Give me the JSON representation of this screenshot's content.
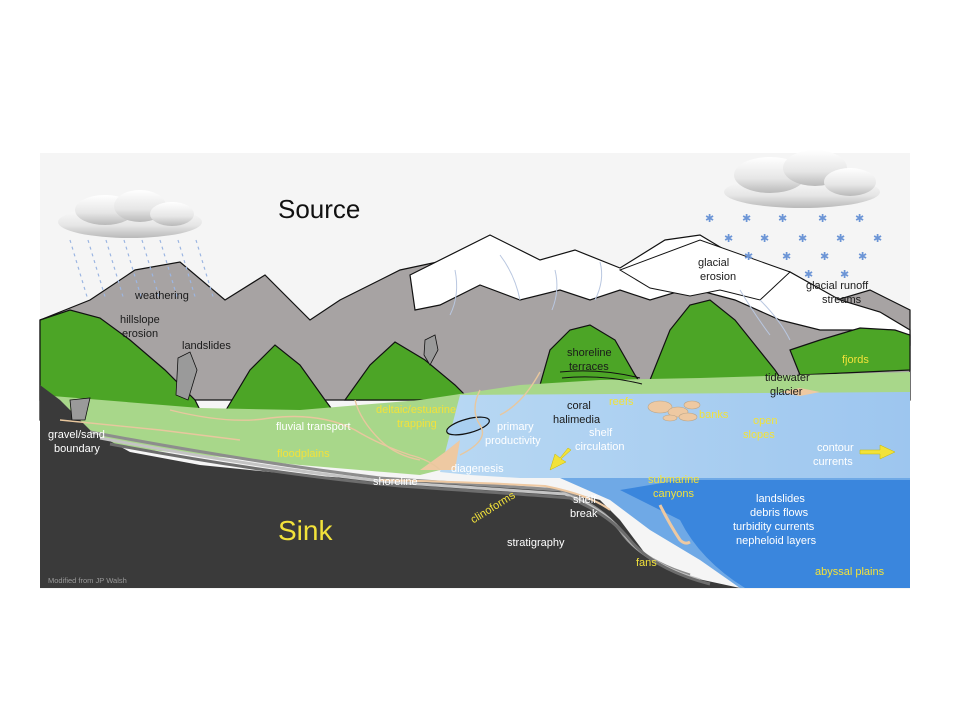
{
  "title_source": "Source",
  "title_sink": "Sink",
  "credit": "Modified from JP Walsh",
  "labels": {
    "weathering": "weathering",
    "hillslope_1": "hillslope",
    "hillslope_2": "erosion",
    "landslides_land": "landslides",
    "glacial_erosion_1": "glacial",
    "glacial_erosion_2": "erosion",
    "glacial_runoff_1": "glacial runoff",
    "glacial_runoff_2": "streams",
    "shoreline_terraces_1": "shoreline",
    "shoreline_terraces_2": "terraces",
    "fjords": "fjords",
    "tidewater_1": "tidewater",
    "tidewater_2": "glacier",
    "gravel_sand_1": "gravel/sand",
    "gravel_sand_2": "boundary",
    "fluvial_transport": "fluvial transport",
    "deltaic_1": "deltaic/estuarine",
    "deltaic_2": "trapping",
    "floodplains": "floodplains",
    "primary_1": "primary",
    "primary_2": "productivity",
    "coral_1": "coral",
    "coral_2": "halimedia",
    "reefs": "reefs",
    "banks": "banks",
    "shelf_circ_1": "shelf",
    "shelf_circ_2": "circulation",
    "open_slopes_1": "open",
    "open_slopes_2": "slopes",
    "contour_1": "contour",
    "contour_2": "currents",
    "diagenesis": "diagenesis",
    "shoreline": "shoreline",
    "clinoforms": "clinoforms",
    "shelf_break_1": "shelf",
    "shelf_break_2": "break",
    "submarine_1": "submarine",
    "submarine_2": "canyons",
    "deep_1": "landslides",
    "deep_2": "debris flows",
    "deep_3": "turbidity currents",
    "deep_4": "nepheloid layers",
    "stratigraphy": "stratigraphy",
    "fans": "fans",
    "abyssal_plains": "abyssal plains"
  },
  "colors": {
    "sky": "#f5f5f5",
    "mountain_grey": "#a7a3a3",
    "snow": "#ffffff",
    "green_hill": "#4ca526",
    "green_lowland": "#a8d78a",
    "shallow_water": "#a9cff0",
    "mid_water": "#6fa9e6",
    "deep_water": "#3a86dd",
    "bedrock": "#3a3a3a",
    "sediment": "#eec9a2",
    "label_yellow": "#f2e23a"
  },
  "icons": [
    "rain-cloud-icon",
    "snow-cloud-icon",
    "current-arrow-icon"
  ]
}
